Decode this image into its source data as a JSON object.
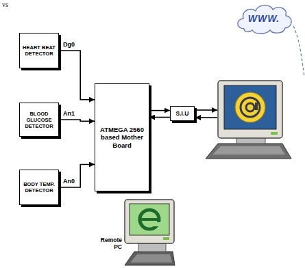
{
  "diagram": {
    "nodes": [
      {
        "text": [
          "HEART BEAT DETECTOR"
        ]
      },
      {
        "text": [
          "BLOOD GLUCOSE DETECTOR"
        ]
      },
      {
        "text": [
          "BODY TEMP. DETECTOR"
        ]
      },
      {
        "text": [
          "ATMEGA 2560 based Mother Board"
        ]
      },
      {
        "text": [
          "S.I.U"
        ]
      },
      {
        "text": [
          "WWW."
        ]
      },
      {
        "text": [
          "Remote PC"
        ]
      }
    ],
    "edges": [
      {
        "from": 0,
        "to": 3,
        "arrow": "to",
        "label": "Dg0"
      },
      {
        "from": 1,
        "to": 3,
        "arrow": "to",
        "label": "An1"
      },
      {
        "from": 2,
        "to": 3,
        "arrow": "to",
        "label": "An0"
      },
      {
        "from": 3,
        "to": 4,
        "arrow": "to"
      },
      {
        "from": 4,
        "to": 3,
        "arrow": "to"
      }
    ],
    "labels": [
      "vs"
    ]
  }
}
